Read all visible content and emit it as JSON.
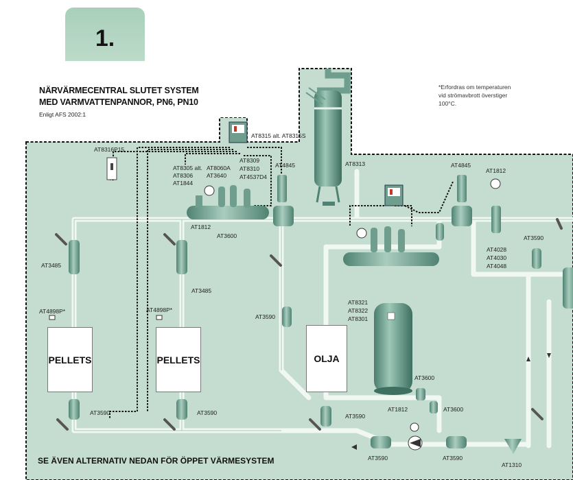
{
  "tab": {
    "number": "1."
  },
  "title": {
    "line1": "NÄRVÄRMECENTRAL SLUTET SYSTEM",
    "line2": "MED VARMVATTENPANNOR, PN6, PN10",
    "subtitle": "Enligt AFS 2002:1"
  },
  "note": {
    "line1": "*Erfordras om temperaturen",
    "line2": "vid strömavbrott överstiger",
    "line3": "100°C."
  },
  "boilers": {
    "b1": "PELLETS",
    "b2": "PELLETS",
    "b3": "OLJA"
  },
  "labels": {
    "at8315": "AT8315 alt. AT8315S",
    "at8316p15": "AT8316P15",
    "at8305": "AT8305 alt.",
    "at8306": "AT8306",
    "at1844": "AT1844",
    "at8060a": "AT8060A",
    "at3640": "AT3640",
    "at8309": "AT8309",
    "at8310": "AT8310",
    "at4537d4": "AT4537D4",
    "at4845_a": "AT4845",
    "at8313": "AT8313",
    "at4845_b": "AT4845",
    "at1812_a": "AT1812",
    "at1812_b": "AT1812",
    "at3600_a": "AT3600",
    "at3485_a": "AT3485",
    "at3485_b": "AT3485",
    "at4898p_a": "AT4898P*",
    "at4898p_b": "AT4898P*",
    "at3590_a": "AT3590",
    "at3590_b": "AT3590",
    "at3590_c": "AT3590",
    "at3590_d": "AT3590",
    "at3590_e": "AT3590",
    "at3590_f": "AT3590",
    "at3590_g": "AT3590",
    "at8321": "AT8321",
    "at8322": "AT8322",
    "at8301": "AT8301",
    "at3600_b": "AT3600",
    "at3600_c": "AT3600",
    "at1812_c": "AT1812",
    "at4028": "AT4028",
    "at4030": "AT4030",
    "at4048": "AT4048",
    "at1310": "AT1310"
  },
  "footer": "SE ÄVEN ALTERNATIV NEDAN FÖR ÖPPET VÄRMESYSTEM",
  "colors": {
    "zone_fill": "#c4ddd0",
    "pipe": "#eef5f0",
    "equipment": "#6f9e8e",
    "tab": "#b3d6c2"
  }
}
